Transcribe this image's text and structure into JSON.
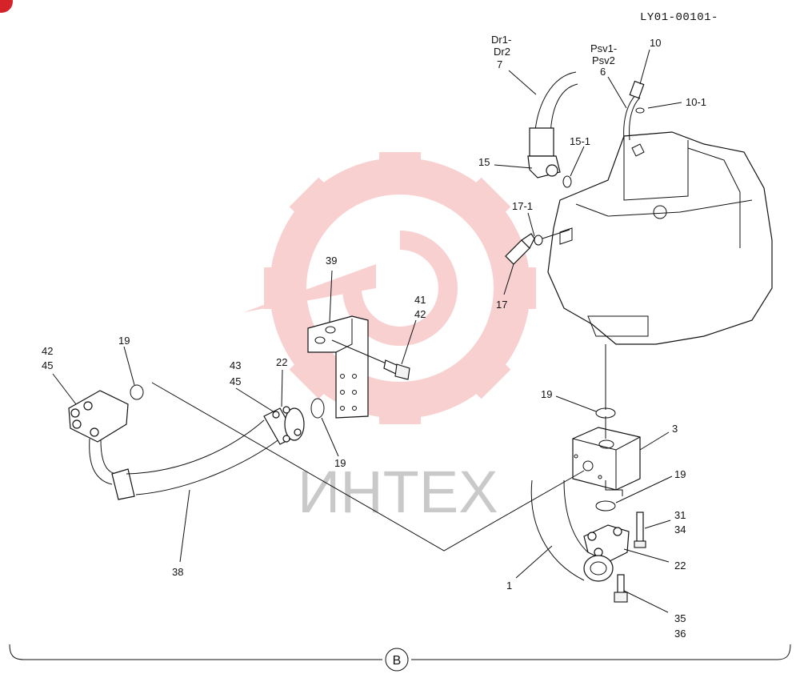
{
  "drawing_ref": "LY01-00101-",
  "section_label": "B",
  "watermark": {
    "text": "ИНТЕХ"
  },
  "colors": {
    "watermark_gear": "#e95a5a",
    "watermark_text": "#c9c9c9",
    "badge": "#d6232a",
    "ink": "#111111"
  },
  "callouts": [
    "Dr1-",
    "Dr2",
    "7",
    "Psv1-",
    "Psv2",
    "6",
    "10",
    "10-1",
    "15",
    "15-1",
    "17-1",
    "17",
    "39",
    "41",
    "42",
    "42",
    "45",
    "19",
    "43",
    "45",
    "22",
    "19",
    "19",
    "3",
    "19",
    "31",
    "34",
    "22",
    "1",
    "38",
    "35",
    "36"
  ]
}
